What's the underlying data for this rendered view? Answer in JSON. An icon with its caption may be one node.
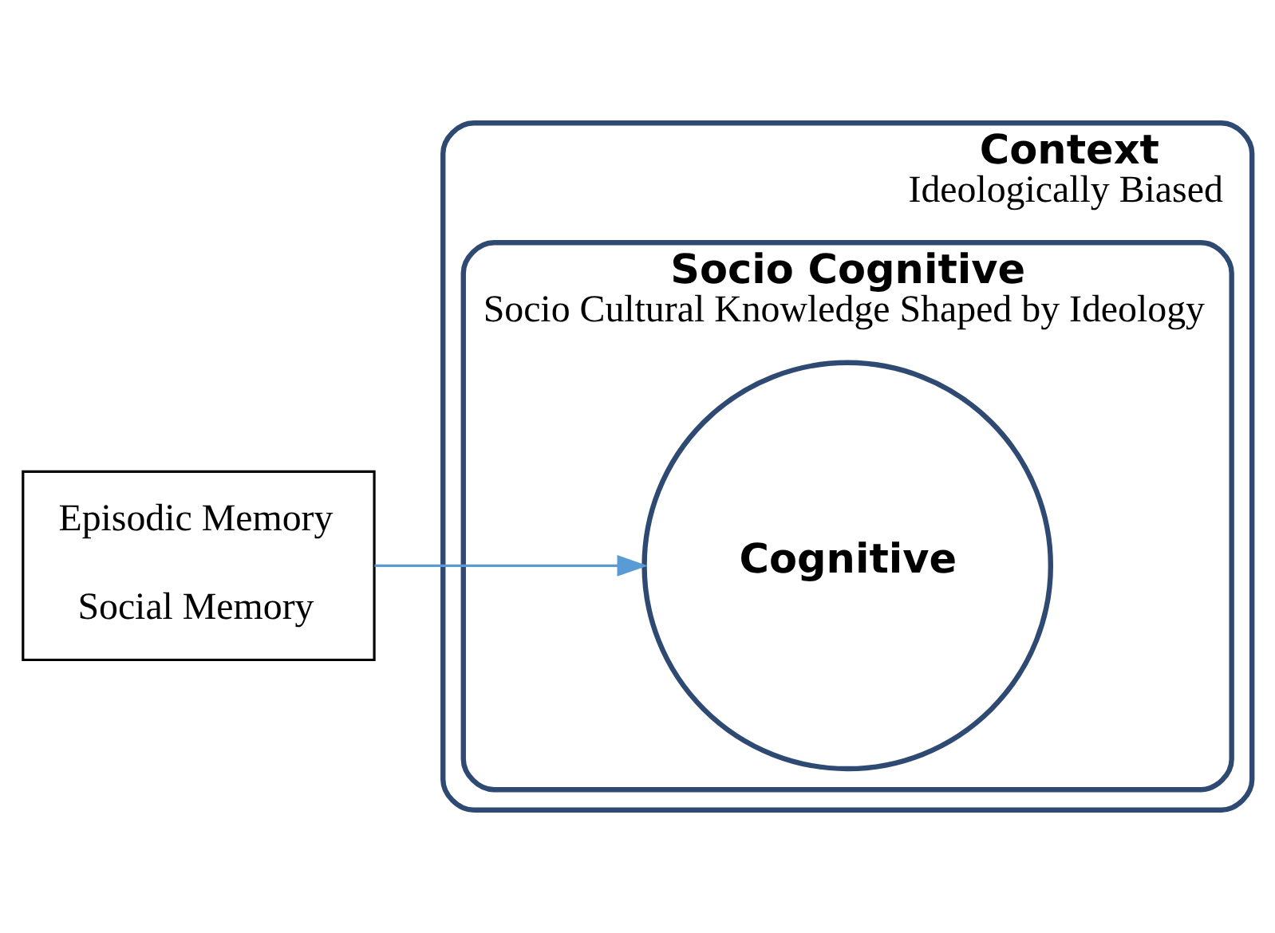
{
  "diagram": {
    "nodes": [
      {
        "text": [
          "Context",
          "Ideologically Biased"
        ]
      },
      {
        "text": [
          "Socio Cognitive",
          "Socio Cultural Knowledge Shaped by Ideology"
        ],
        "in": 0
      },
      {
        "text": [
          "Cognitive"
        ],
        "in": 1
      },
      {
        "text": [
          "Episodic Memory",
          "Social Memory"
        ]
      }
    ],
    "edges": [
      {
        "from": 3,
        "to": 2,
        "arrow": "to"
      }
    ]
  }
}
